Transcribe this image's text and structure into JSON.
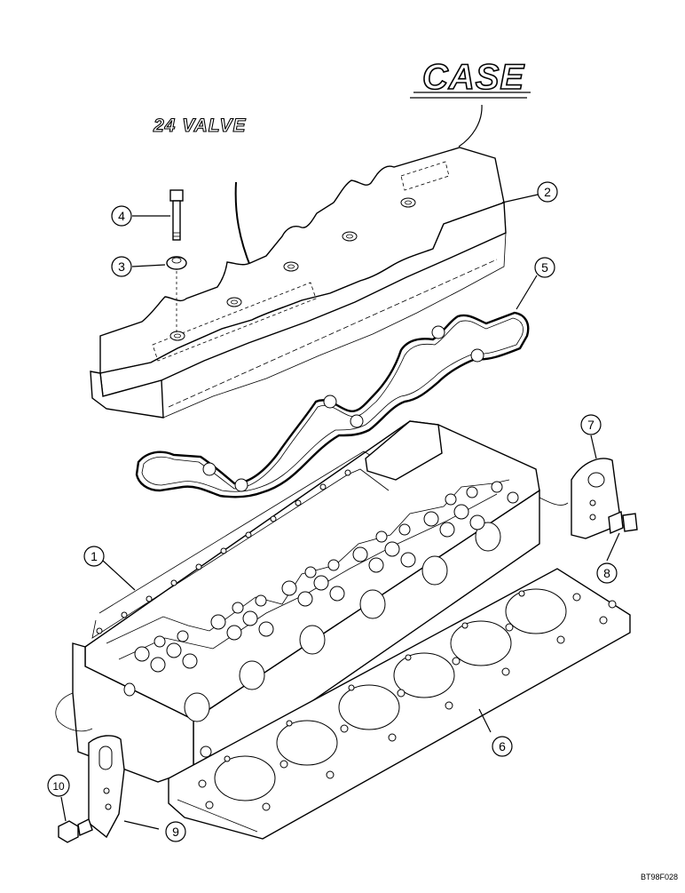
{
  "decals": {
    "brand": "CASE",
    "valve_label": "24 VALVE"
  },
  "callouts": [
    {
      "id": "cylinder-head",
      "label": "1"
    },
    {
      "id": "valve-cover",
      "label": "2"
    },
    {
      "id": "seal-washer",
      "label": "3"
    },
    {
      "id": "cover-bolt",
      "label": "4"
    },
    {
      "id": "cover-gasket",
      "label": "5"
    },
    {
      "id": "head-gasket",
      "label": "6"
    },
    {
      "id": "lift-bracket-rear",
      "label": "7"
    },
    {
      "id": "bracket-bolt-rear",
      "label": "8"
    },
    {
      "id": "lift-bracket-front",
      "label": "9"
    },
    {
      "id": "bracket-bolt-front",
      "label": "10"
    }
  ],
  "reference_code": "BT98F028"
}
